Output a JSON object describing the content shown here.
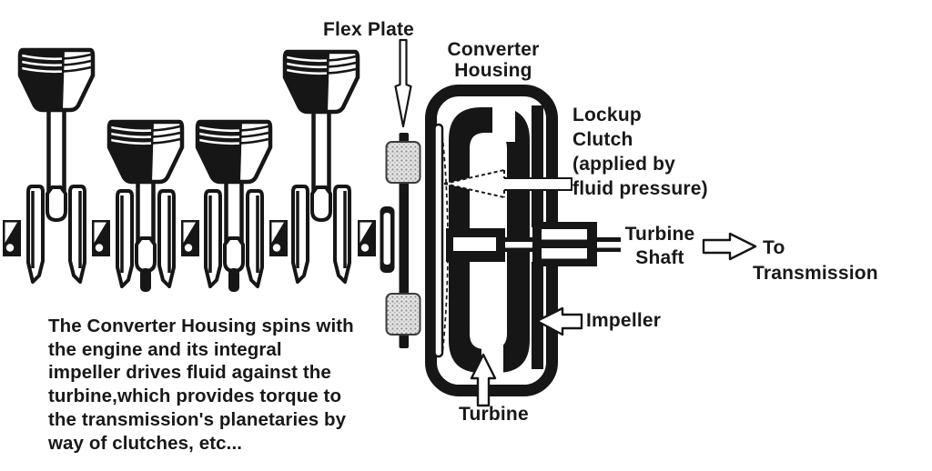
{
  "diagram": {
    "labels": {
      "flex_plate": "Flex Plate",
      "converter_housing": [
        "Converter",
        "Housing"
      ],
      "lockup_clutch": [
        "Lockup",
        "Clutch",
        "(applied by",
        "fluid pressure)"
      ],
      "turbine_shaft": [
        "Turbine",
        "Shaft"
      ],
      "to_transmission": [
        "To",
        "Transmission"
      ],
      "impeller": "Impeller",
      "turbine": "Turbine"
    },
    "caption": [
      "The Converter Housing spins with",
      "the engine and its integral",
      "impeller drives fluid against the",
      "turbine,which provides torque to",
      "the transmission's planetaries by",
      "way of clutches, etc..."
    ],
    "arrows": [
      "flex-plate-pointer-down",
      "lockup-clutch-pointer-left",
      "to-transmission-pointer-right",
      "impeller-pointer-left",
      "turbine-pointer-up"
    ],
    "colors": {
      "ink": "#181818",
      "paper": "#ffffff"
    }
  }
}
